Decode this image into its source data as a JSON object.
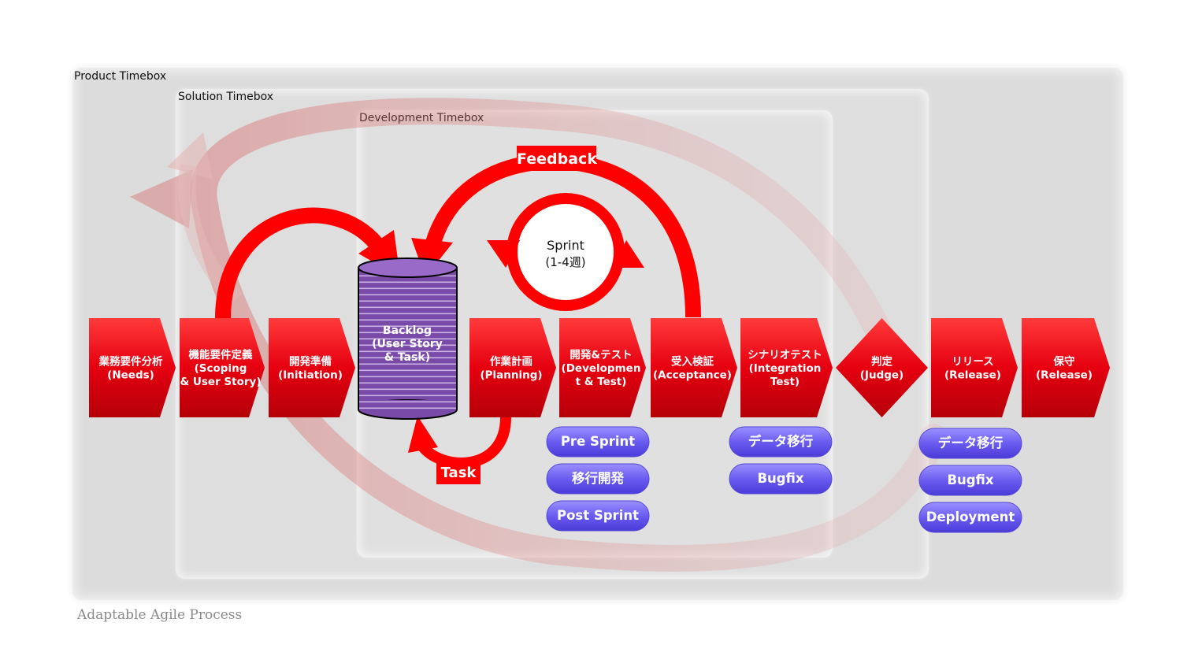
{
  "timeboxes": {
    "product": "Product Timebox",
    "solution": "Solution Timebox",
    "development": "Development Timebox"
  },
  "stages": [
    {
      "id": "needs",
      "line1": "業務要件分析",
      "line2": "(Needs)",
      "line3": ""
    },
    {
      "id": "scoping",
      "line1": "機能要件定義",
      "line2": "(Scoping",
      "line3": "& User Story)"
    },
    {
      "id": "initiation",
      "line1": "開発準備",
      "line2": "(Initiation)",
      "line3": ""
    },
    {
      "id": "planning",
      "line1": "作業計画",
      "line2": "(Planning)",
      "line3": ""
    },
    {
      "id": "development",
      "line1": "開発&テスト",
      "line2": "(Developmen",
      "line3": "t & Test)"
    },
    {
      "id": "acceptance",
      "line1": "受入検証",
      "line2": "(Acceptance)",
      "line3": ""
    },
    {
      "id": "integration",
      "line1": "シナリオテスト",
      "line2": "(Integration",
      "line3": "Test)"
    },
    {
      "id": "judge",
      "line1": "判定",
      "line2": "(Judge)",
      "line3": ""
    },
    {
      "id": "release",
      "line1": "リリース",
      "line2": "(Release)",
      "line3": ""
    },
    {
      "id": "maintenance",
      "line1": "保守",
      "line2": "(Release)",
      "line3": ""
    }
  ],
  "backlog": {
    "line1": "Backlog",
    "line2": "(User Story",
    "line3": "& Task)"
  },
  "sprint": {
    "line1": "Sprint",
    "line2": "(1-4週)"
  },
  "labels": {
    "feedback": "Feedback",
    "task": "Task"
  },
  "pills": {
    "development": [
      "Pre Sprint",
      "移行開発",
      "Post Sprint"
    ],
    "integration": [
      "データ移行",
      "Bugfix"
    ],
    "release": [
      "データ移行",
      "Bugfix",
      "Deployment"
    ]
  },
  "footer": "Adaptable Agile Process",
  "colors": {
    "arrow_red": "#e8000e",
    "feedback_red": "#ff0000",
    "backlog_purple": "#7a4aa8",
    "pill_blue": "#6a5cf0",
    "box_gray": "#dcdcdc"
  }
}
